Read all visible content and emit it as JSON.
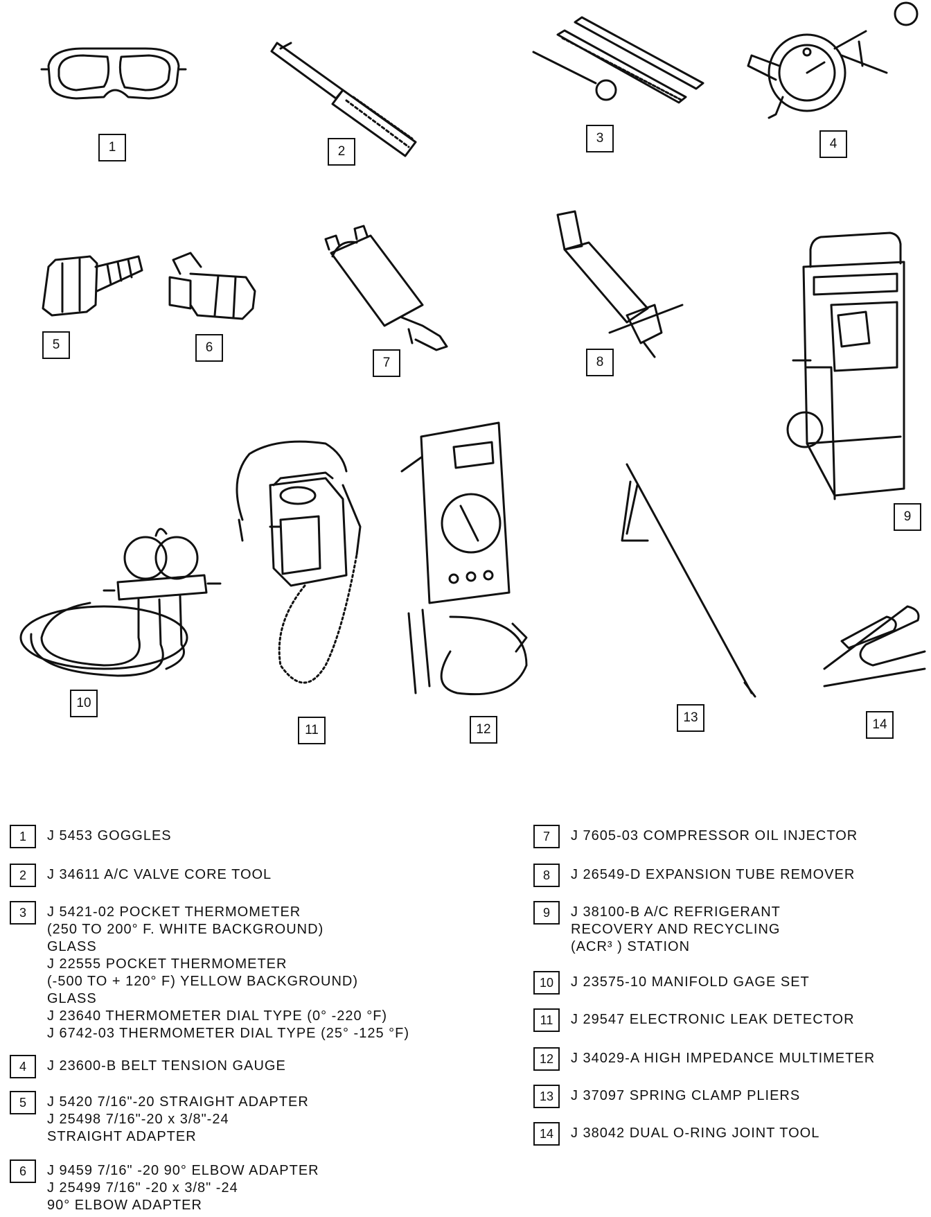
{
  "callouts": [
    "1",
    "2",
    "3",
    "4",
    "5",
    "6",
    "7",
    "8",
    "9",
    "10",
    "11",
    "12",
    "13",
    "14"
  ],
  "legend_left": [
    {
      "num": "1",
      "lines": [
        "J 5453 GOGGLES"
      ]
    },
    {
      "num": "2",
      "lines": [
        "J 34611 A/C VALVE CORE TOOL"
      ]
    },
    {
      "num": "3",
      "lines": [
        "J 5421-02 POCKET THERMOMETER",
        "(250 TO 200° F. WHITE BACKGROUND)",
        "GLASS",
        "J 22555 POCKET THERMOMETER",
        "(-500 TO + 120° F) YELLOW BACKGROUND)",
        "GLASS",
        "J 23640 THERMOMETER DIAL TYPE (0° -220 °F)",
        "J 6742-03 THERMOMETER DIAL TYPE (25° -125 °F)"
      ]
    },
    {
      "num": "4",
      "lines": [
        "J 23600-B BELT TENSION GAUGE"
      ]
    },
    {
      "num": "5",
      "lines": [
        "J 5420 7/16\"-20 STRAIGHT ADAPTER",
        "J 25498 7/16\"-20 x 3/8\"-24",
        "STRAIGHT ADAPTER"
      ]
    },
    {
      "num": "6",
      "lines": [
        "J 9459 7/16\" -20 90° ELBOW ADAPTER",
        "J 25499 7/16\" -20 x 3/8\" -24",
        "90° ELBOW ADAPTER"
      ]
    }
  ],
  "legend_right": [
    {
      "num": "7",
      "lines": [
        "J 7605-03 COMPRESSOR OIL INJECTOR"
      ]
    },
    {
      "num": "8",
      "lines": [
        "J 26549-D EXPANSION TUBE REMOVER"
      ]
    },
    {
      "num": "9",
      "lines": [
        "J 38100-B A/C REFRIGERANT",
        "RECOVERY AND RECYCLING",
        "(ACR³ ) STATION"
      ]
    },
    {
      "num": "10",
      "lines": [
        "J 23575-10 MANIFOLD GAGE SET"
      ]
    },
    {
      "num": "11",
      "lines": [
        "J 29547 ELECTRONIC LEAK DETECTOR"
      ]
    },
    {
      "num": "12",
      "lines": [
        "J 34029-A HIGH IMPEDANCE MULTIMETER"
      ]
    },
    {
      "num": "13",
      "lines": [
        "J 37097 SPRING CLAMP PLIERS"
      ]
    },
    {
      "num": "14",
      "lines": [
        "J 38042 DUAL O-RING JOINT TOOL"
      ]
    }
  ]
}
